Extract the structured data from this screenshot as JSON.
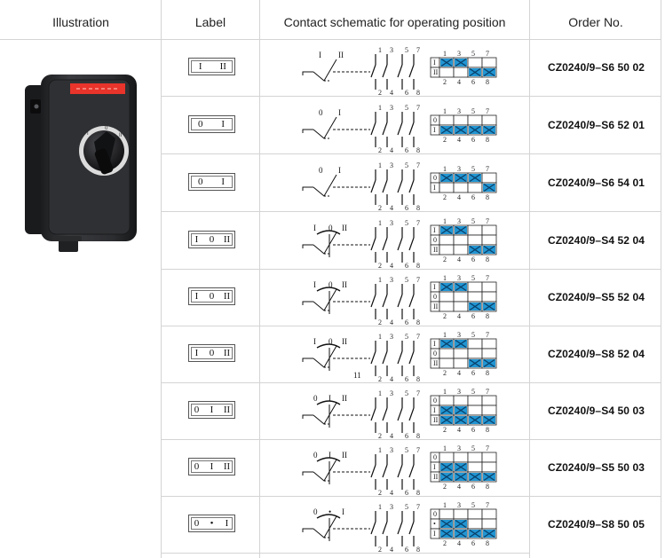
{
  "headers": {
    "illustration": "Illustration",
    "label": "Label",
    "schematic": "Contact schematic for operating position",
    "order": "Order No."
  },
  "colors": {
    "mark_fill": "#2196d3",
    "mark_stroke": "#0a3e66",
    "grid": "#d4d4d4",
    "device_body": "#2b2c2e",
    "device_plate": "#e8342b"
  },
  "illustration": {
    "icon": "enclosed-rotary-switch-icon"
  },
  "rows": [
    {
      "positions": [
        "I",
        "II"
      ],
      "order": "CZ0240/9–S6 50 02",
      "contacts": [
        "1",
        "3",
        "5",
        "7"
      ],
      "bottom": [
        "2",
        "4",
        "6",
        "8"
      ],
      "grid_rows": [
        "I",
        "II"
      ],
      "marks": [
        [
          1,
          1,
          0,
          0
        ],
        [
          0,
          0,
          1,
          1
        ]
      ]
    },
    {
      "positions": [
        "0",
        "I"
      ],
      "order": "CZ0240/9–S6 52 01",
      "contacts": [
        "1",
        "3",
        "5",
        "7"
      ],
      "bottom": [
        "2",
        "4",
        "6",
        "8"
      ],
      "grid_rows": [
        "0",
        "I"
      ],
      "marks": [
        [
          0,
          0,
          0,
          0
        ],
        [
          1,
          1,
          1,
          1
        ]
      ]
    },
    {
      "positions": [
        "0",
        "I"
      ],
      "order": "CZ0240/9–S6 54 01",
      "contacts": [
        "1",
        "3",
        "5",
        "7"
      ],
      "bottom": [
        "2",
        "4",
        "6",
        "8"
      ],
      "grid_rows": [
        "0",
        "I"
      ],
      "marks": [
        [
          1,
          1,
          1,
          0
        ],
        [
          0,
          0,
          0,
          1
        ]
      ]
    },
    {
      "positions": [
        "I",
        "0",
        "II"
      ],
      "order": "CZ0240/9–S4 52 04",
      "contacts": [
        "1",
        "3",
        "5",
        "7"
      ],
      "bottom": [
        "2",
        "4",
        "6",
        "8"
      ],
      "grid_rows": [
        "I",
        "0",
        "II"
      ],
      "marks": [
        [
          1,
          1,
          0,
          0
        ],
        [
          0,
          0,
          0,
          0
        ],
        [
          0,
          0,
          1,
          1
        ]
      ]
    },
    {
      "positions": [
        "I",
        "0",
        "II"
      ],
      "order": "CZ0240/9–S5 52 04",
      "contacts": [
        "1",
        "3",
        "5",
        "7"
      ],
      "bottom": [
        "2",
        "4",
        "6",
        "8"
      ],
      "grid_rows": [
        "I",
        "0",
        "II"
      ],
      "marks": [
        [
          1,
          1,
          0,
          0
        ],
        [
          0,
          0,
          0,
          0
        ],
        [
          0,
          0,
          1,
          1
        ]
      ]
    },
    {
      "positions": [
        "I",
        "0",
        "II"
      ],
      "order": "CZ0240/9–S8 52 04",
      "contacts": [
        "1",
        "3",
        "5",
        "7"
      ],
      "bottom": [
        "2",
        "4",
        "6",
        "8"
      ],
      "grid_rows": [
        "I",
        "0",
        "II"
      ],
      "marks": [
        [
          1,
          1,
          0,
          0
        ],
        [
          0,
          0,
          0,
          0
        ],
        [
          0,
          0,
          1,
          1
        ]
      ],
      "note": "11"
    },
    {
      "positions": [
        "0",
        "I",
        "II"
      ],
      "order": "CZ0240/9–S4 50 03",
      "contacts": [
        "1",
        "3",
        "5",
        "7"
      ],
      "bottom": [
        "2",
        "4",
        "6",
        "8"
      ],
      "grid_rows": [
        "0",
        "I",
        "II"
      ],
      "marks": [
        [
          0,
          0,
          0,
          0
        ],
        [
          1,
          1,
          0,
          0
        ],
        [
          1,
          1,
          1,
          1
        ]
      ]
    },
    {
      "positions": [
        "0",
        "I",
        "II"
      ],
      "order": "CZ0240/9–S5 50 03",
      "contacts": [
        "1",
        "3",
        "5",
        "7"
      ],
      "bottom": [
        "2",
        "4",
        "6",
        "8"
      ],
      "grid_rows": [
        "0",
        "I",
        "II"
      ],
      "marks": [
        [
          0,
          0,
          0,
          0
        ],
        [
          1,
          1,
          0,
          0
        ],
        [
          1,
          1,
          1,
          1
        ]
      ]
    },
    {
      "positions": [
        "0",
        "•",
        "I"
      ],
      "order": "CZ0240/9–S8 50 05",
      "contacts": [
        "1",
        "3",
        "5",
        "7"
      ],
      "bottom": [
        "2",
        "4",
        "6",
        "8"
      ],
      "grid_rows": [
        "0",
        "•",
        "I"
      ],
      "marks": [
        [
          0,
          0,
          0,
          0
        ],
        [
          1,
          1,
          0,
          0
        ],
        [
          1,
          1,
          1,
          1
        ]
      ]
    }
  ]
}
